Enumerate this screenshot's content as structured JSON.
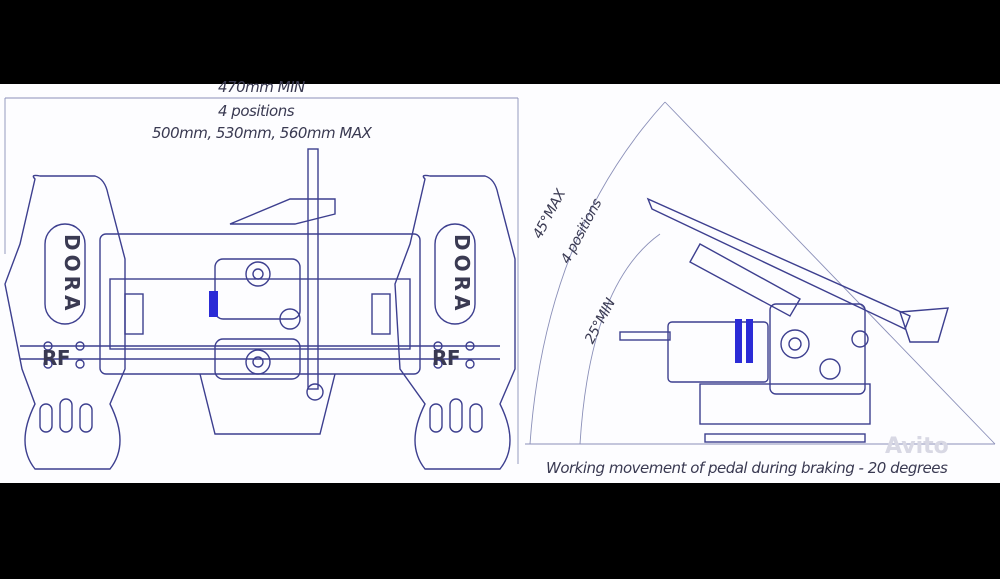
{
  "dimensions": {
    "min_width": "470mm MIN",
    "positions": "4 positions",
    "widths": "500mm, 530mm, 560mm MAX"
  },
  "angles": {
    "max": "45°MAX",
    "positions": "4 positions",
    "min": "25°MIN"
  },
  "plate_logo": {
    "top": "DORA",
    "bottom": "RF"
  },
  "caption": "Working movement of pedal during braking - 20 degrees",
  "watermark": "Avito",
  "colors": {
    "line": "#3d3f8f",
    "accent": "#2b2bd6"
  }
}
